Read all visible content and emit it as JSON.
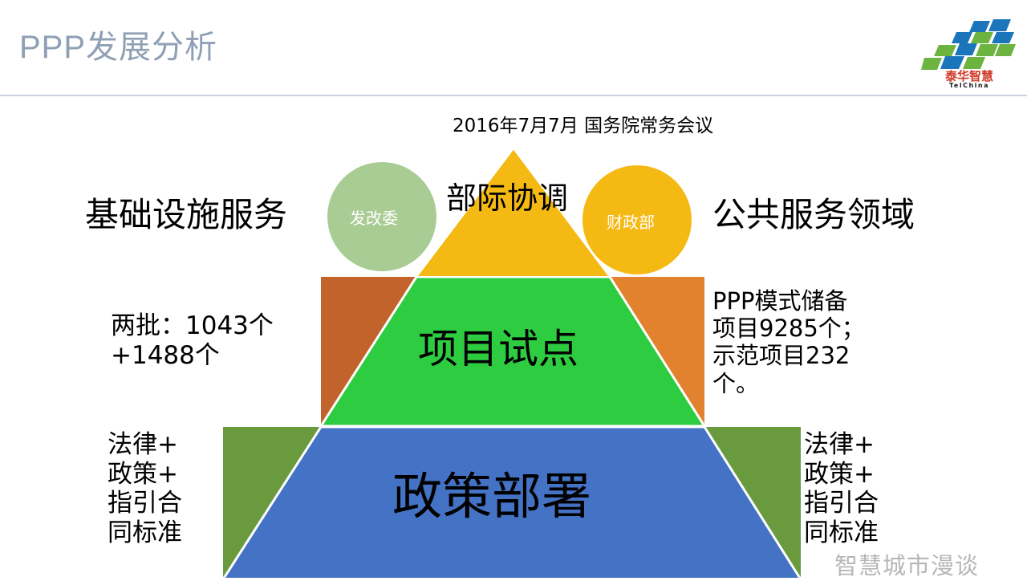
{
  "header": {
    "title": "PPP发展分析"
  },
  "logo": {
    "name": "telchina-logo",
    "chinese_text": "泰华智慧",
    "latin_text": "TelChina",
    "blue": "#1b75bb",
    "green": "#6cb33f"
  },
  "pyramid": {
    "apex_note": "2016年7月7月\n国务院常务会议",
    "levels": [
      {
        "id": "top",
        "label": "部际协调",
        "shape_color": "#F5B914",
        "side_left_color": "#ffffff",
        "side_right_color": "#ffffff"
      },
      {
        "id": "middle",
        "label": "项目试点",
        "shape_color": "#2ECC40",
        "side_left_color": "#C1632B",
        "side_right_color": "#E2822F"
      },
      {
        "id": "bottom",
        "label": "政策部署",
        "shape_color": "#4472C4",
        "side_left_color": "#6A9A3E",
        "side_right_color": "#6A9A3E"
      }
    ]
  },
  "circles": [
    {
      "id": "left",
      "label": "发改委",
      "color": "#A9CC95"
    },
    {
      "id": "right",
      "label": "财政部",
      "color": "#F5B914"
    }
  ],
  "side_headings": {
    "left": "基础设施服务",
    "right": "公共服务领域"
  },
  "side_texts": {
    "middle_left": "两批：1043个\n+1488个",
    "middle_right": "PPP模式储备\n项目9285个；\n示范项目232\n个。",
    "bottom_left": "法律+\n政策+\n指引合\n同标准",
    "bottom_right": "法律+\n政策+\n指引合\n同标准"
  },
  "watermark": {
    "text": "智慧城市漫谈"
  }
}
